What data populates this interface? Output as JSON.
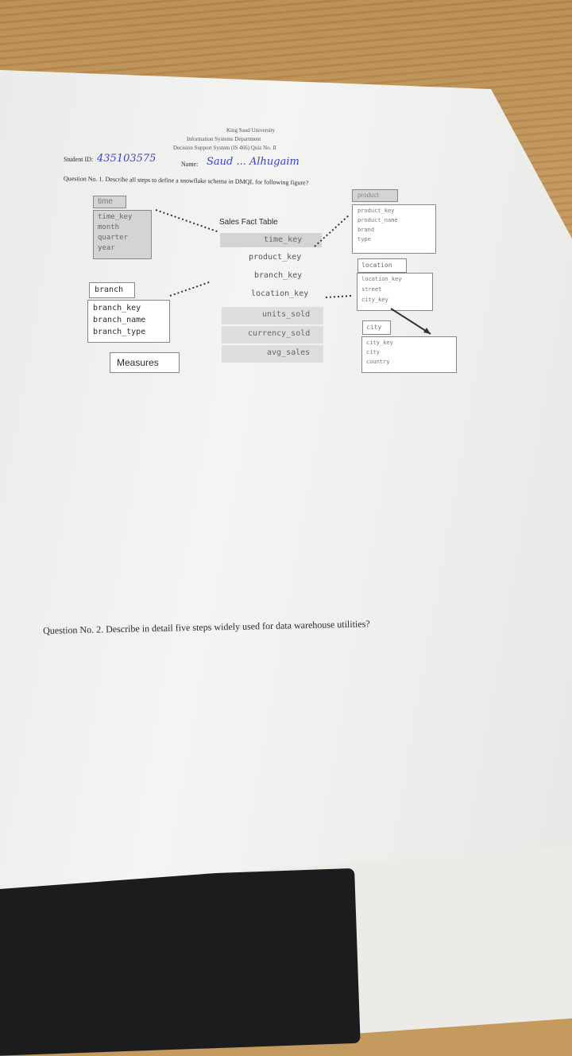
{
  "header": {
    "university": "King Saud University",
    "department": "Information Systems Department",
    "course_line": "Decision Support System (IS 466) Quiz No. II"
  },
  "student": {
    "id_label": "Student ID:",
    "id_value": "435103575",
    "name_label": "Name:",
    "name_value": "Saud ... Alhugaim"
  },
  "question1": "Question No. 1. Describe all steps to define a snowflake schema in DMQL for following figure?",
  "diagram": {
    "time": {
      "title": "time",
      "fields": [
        "time_key",
        "month",
        "quarter",
        "year"
      ]
    },
    "branch": {
      "title": "branch",
      "fields": [
        "branch_key",
        "branch_name",
        "branch_type"
      ]
    },
    "measures_label": "Measures",
    "fact": {
      "title": "Sales Fact Table",
      "fields": [
        "time_key",
        "product_key",
        "branch_key",
        "location_key",
        "units_sold",
        "currency_sold",
        "avg_sales"
      ]
    },
    "product": {
      "title": "product",
      "fields": [
        "product_key",
        "product_name",
        "brand",
        "type"
      ]
    },
    "location": {
      "title": "location",
      "fields": [
        "location_key",
        "street",
        "city_key"
      ]
    },
    "city": {
      "title": "city",
      "fields": [
        "city_key",
        "city",
        "country"
      ]
    }
  },
  "question2": "Question No. 2. Describe in detail five steps widely used for data warehouse utilities?"
}
